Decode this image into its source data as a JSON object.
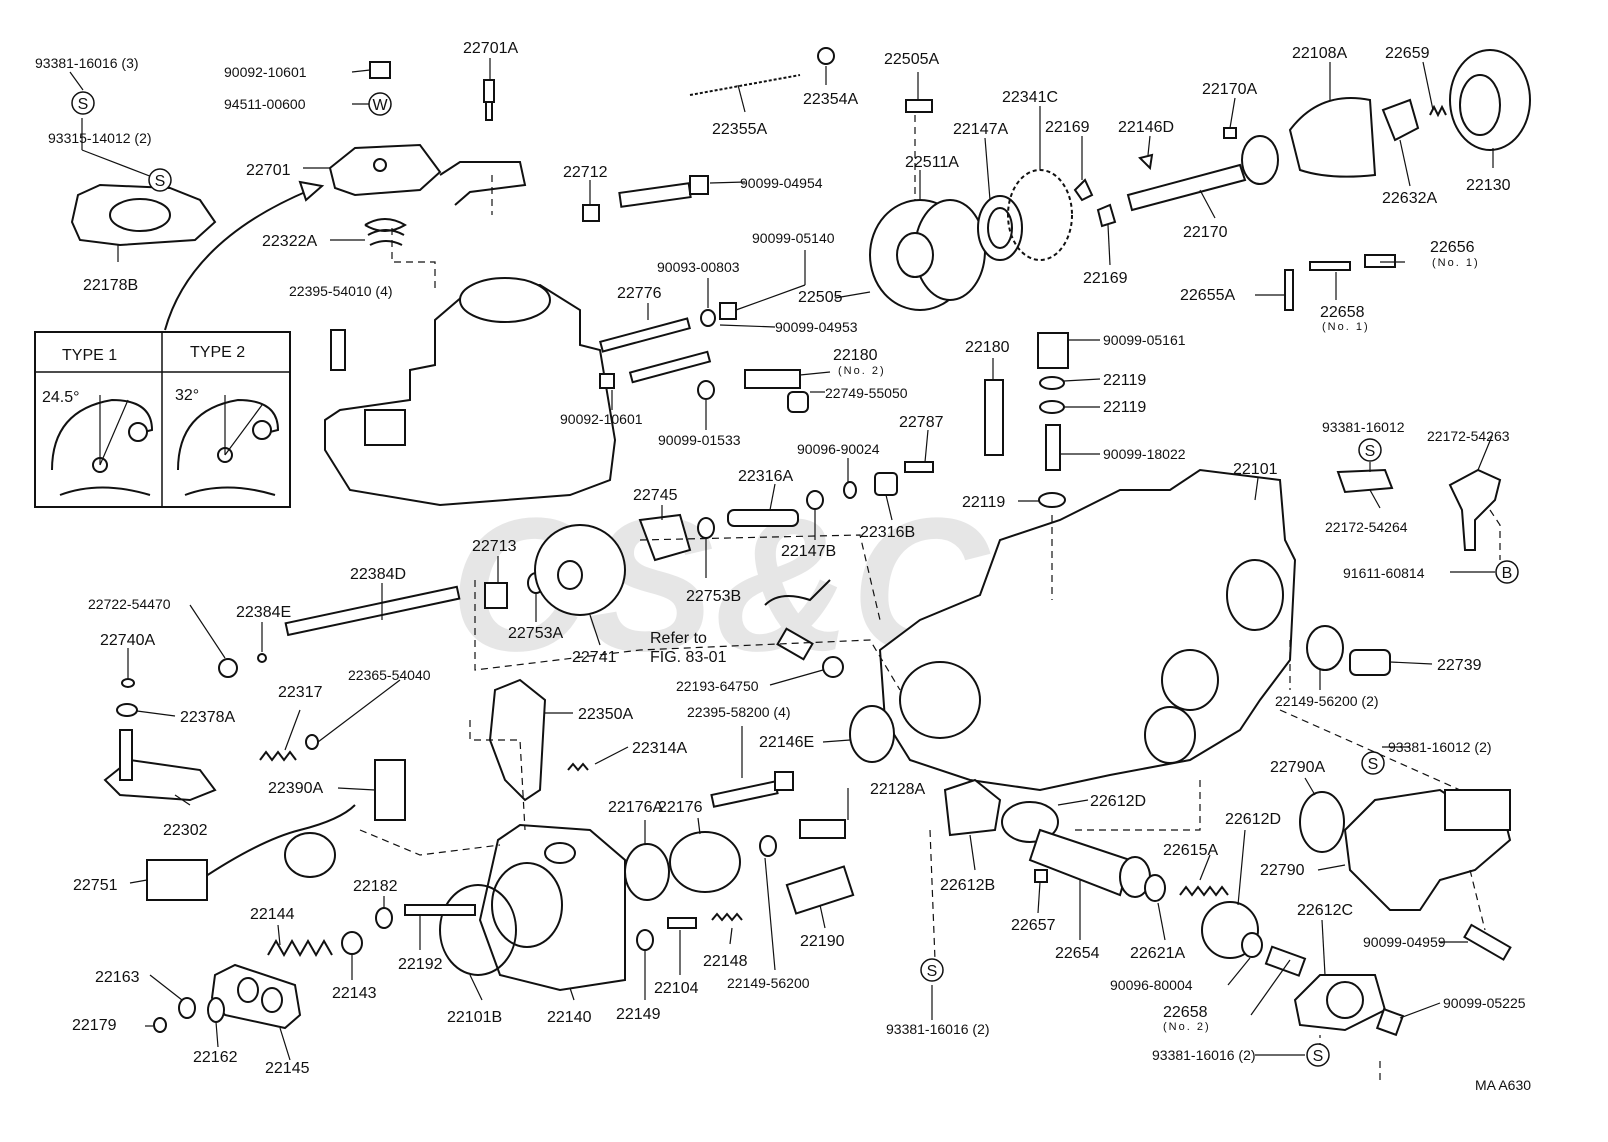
{
  "diagram": {
    "code": "MA  A630",
    "watermark": "CS&C",
    "inset": {
      "type1_label": "TYPE  1",
      "type2_label": "TYPE  2",
      "type1_angle": "24.5°",
      "type2_angle": "32°"
    },
    "refer_note": [
      "Refer to",
      "FIG. 83-01"
    ],
    "symbols": {
      "s": "S",
      "w": "W",
      "b": "B"
    },
    "labels": [
      "93381-16016 (3)",
      "90092-10601",
      "22701A",
      "94511-00600",
      "93315-14012 (2)",
      "22701",
      "22322A",
      "22178B",
      "22395-54010 (4)",
      "22355A",
      "22354A",
      "22712",
      "90099-04954",
      "22505A",
      "22341C",
      "22511A",
      "22147A",
      "22169",
      "22146D",
      "22170A",
      "22108A",
      "22659",
      "22130",
      "22632A",
      "22170",
      "22169",
      "90099-05140",
      "90093-00803",
      "22776",
      "90099-04953",
      "22505",
      "22656",
      "22655A",
      "22658",
      "22180",
      "22749-55050",
      "90092-10601",
      "90099-01533",
      "22180",
      "90099-05161",
      "22119",
      "22119",
      "90096-90024",
      "22787",
      "90099-18022",
      "22119",
      "22745",
      "22316A",
      "22713",
      "22147B",
      "22316B",
      "22101",
      "93381-16012",
      "22172-54263",
      "22172-54264",
      "22384D",
      "22722-54470",
      "22384E",
      "22753B",
      "22753A",
      "22741",
      "91611-60814",
      "22740A",
      "22193-64750",
      "22149-56200 (2)",
      "22739",
      "22317",
      "22365-54040",
      "22378A",
      "22350A",
      "22395-58200 (4)",
      "22146E",
      "22314A",
      "93381-16012 (2)",
      "22790A",
      "22390A",
      "22176",
      "22128A",
      "22612D",
      "22302",
      "22176A",
      "22612D",
      "22615A",
      "22790",
      "22751",
      "22182",
      "22612B",
      "22144",
      "22190",
      "22657",
      "22612C",
      "22148",
      "22163",
      "22143",
      "22192",
      "22104",
      "22654",
      "22621A",
      "90099-04959",
      "22149-56200",
      "90096-80004",
      "22179",
      "22162",
      "22101B",
      "22140",
      "22149",
      "93381-16016 (2)",
      "22658",
      "90099-05225",
      "22145",
      "93381-16016 (2)"
    ],
    "sublabels": [
      "(No. 2)",
      "(No. 1)",
      "(No. 1)",
      "(No. 2)"
    ]
  }
}
